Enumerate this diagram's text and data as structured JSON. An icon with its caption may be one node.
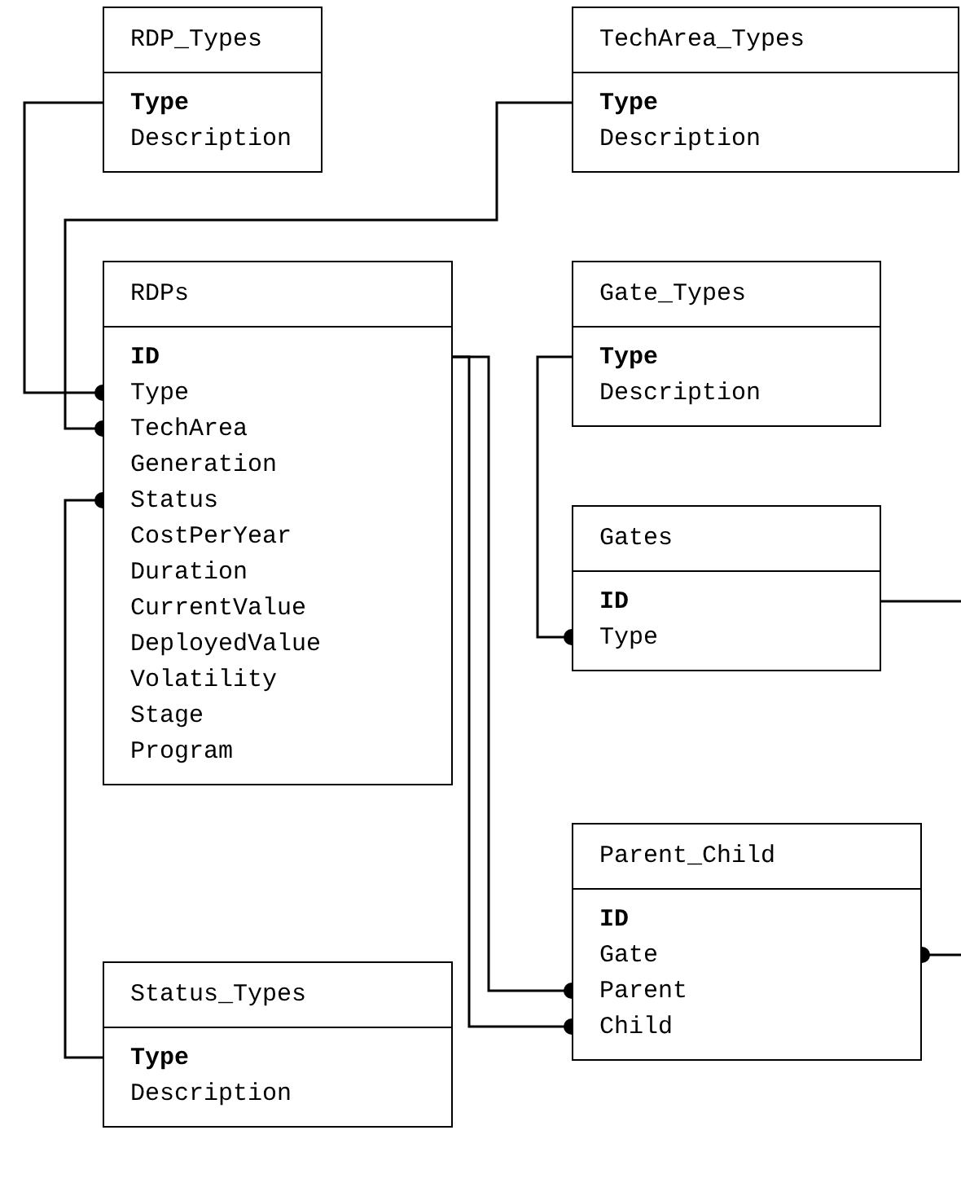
{
  "diagram": {
    "nodes": [
      {
        "text": [
          "RDP_Types",
          "Type",
          "Description"
        ]
      },
      {
        "text": [
          "TechArea_Types",
          "Type",
          "Description"
        ]
      },
      {
        "text": [
          "RDPs",
          "ID",
          "Type",
          "TechArea",
          "Generation",
          "Status",
          "CostPerYear",
          "Duration",
          "CurrentValue",
          "DeployedValue",
          "Volatility",
          "Stage",
          "Program"
        ]
      },
      {
        "text": [
          "Gate_Types",
          "Type",
          "Description"
        ]
      },
      {
        "text": [
          "Gates",
          "ID",
          "Type"
        ]
      },
      {
        "text": [
          "Parent_Child",
          "ID",
          "Gate",
          "Parent",
          "Child"
        ]
      },
      {
        "text": [
          "Status_Types",
          "Type",
          "Description"
        ]
      }
    ],
    "edges": [
      {
        "from": 0,
        "to": 2,
        "arrow": "other"
      },
      {
        "from": 1,
        "to": 2,
        "arrow": "other"
      },
      {
        "from": 6,
        "to": 2,
        "arrow": "other"
      },
      {
        "from": 2,
        "to": 5,
        "arrow": "other"
      },
      {
        "from": 2,
        "to": 5,
        "arrow": "other"
      },
      {
        "from": 3,
        "to": 4,
        "arrow": "other"
      },
      {
        "from": 4,
        "to": null,
        "arrow": "none"
      },
      {
        "from": null,
        "to": 5,
        "arrow": "other"
      }
    ]
  }
}
